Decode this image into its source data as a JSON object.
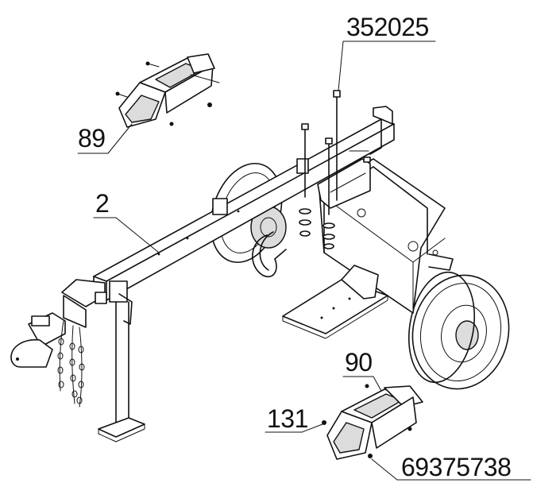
{
  "callouts": {
    "part_89": "89",
    "part_2": "2",
    "part_352025": "352025",
    "part_90": "90",
    "part_131": "131",
    "part_69375738": "69375738"
  },
  "colors": {
    "line": "#111111",
    "background": "#ffffff",
    "shade": "#dcdcdc"
  }
}
